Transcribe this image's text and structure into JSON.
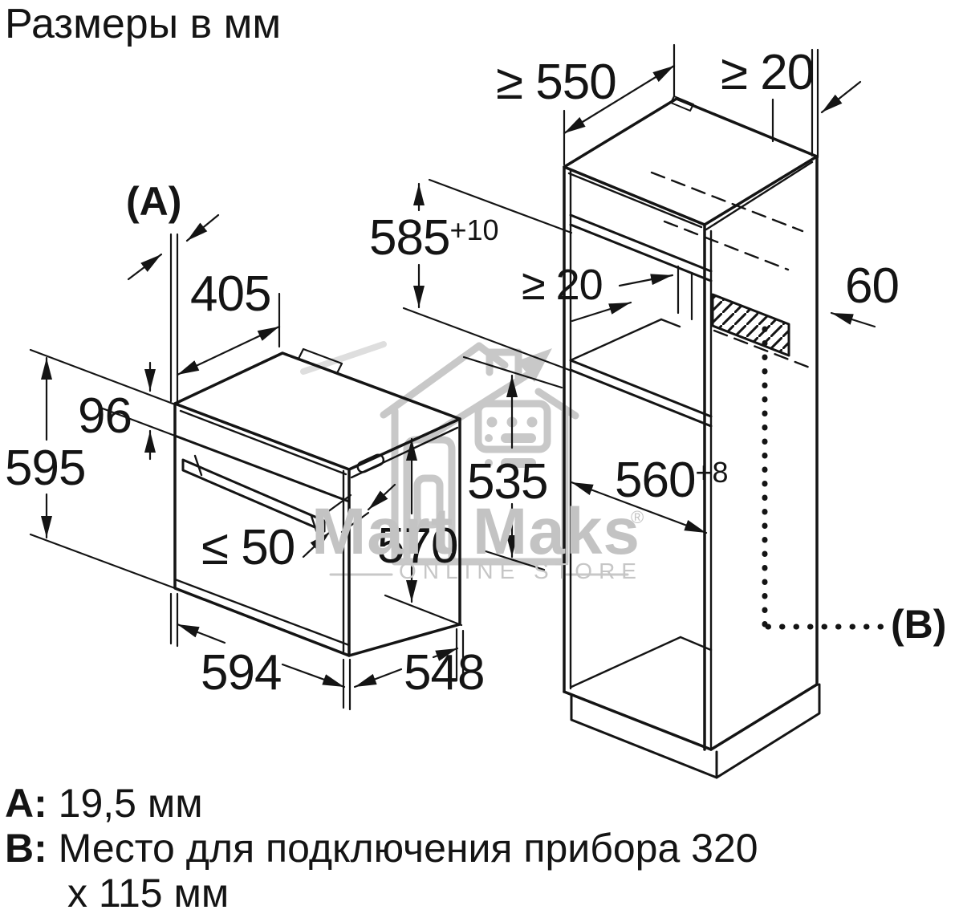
{
  "title": "Размеры в мм",
  "colors": {
    "line": "#141414",
    "watermark": "#c8c8c8",
    "background": "#ffffff"
  },
  "watermark": {
    "brand": "Mart Maks",
    "registered": "®",
    "subtitle": "ONLINE STORE"
  },
  "dims": {
    "a_ref": "(A)",
    "b_ref": "(B)",
    "d405": "405",
    "d96": "96",
    "d595": "595",
    "d50": "≤ 50",
    "d570": "570",
    "d594": "594",
    "d548": "548",
    "d585_base": "585",
    "d585_sup": "+10",
    "d550": "≥ 550",
    "d20_top": "≥ 20",
    "d20_mid": "≥ 20",
    "d60": "60",
    "d535": "535",
    "d560_base": "560",
    "d560_sup": "+8"
  },
  "legend": {
    "a_key": "A:",
    "a_value": "19,5 мм",
    "b_key": "B:",
    "b_value_line1": "Место для подключения прибора 320",
    "b_value_line2": "x 115 мм"
  }
}
